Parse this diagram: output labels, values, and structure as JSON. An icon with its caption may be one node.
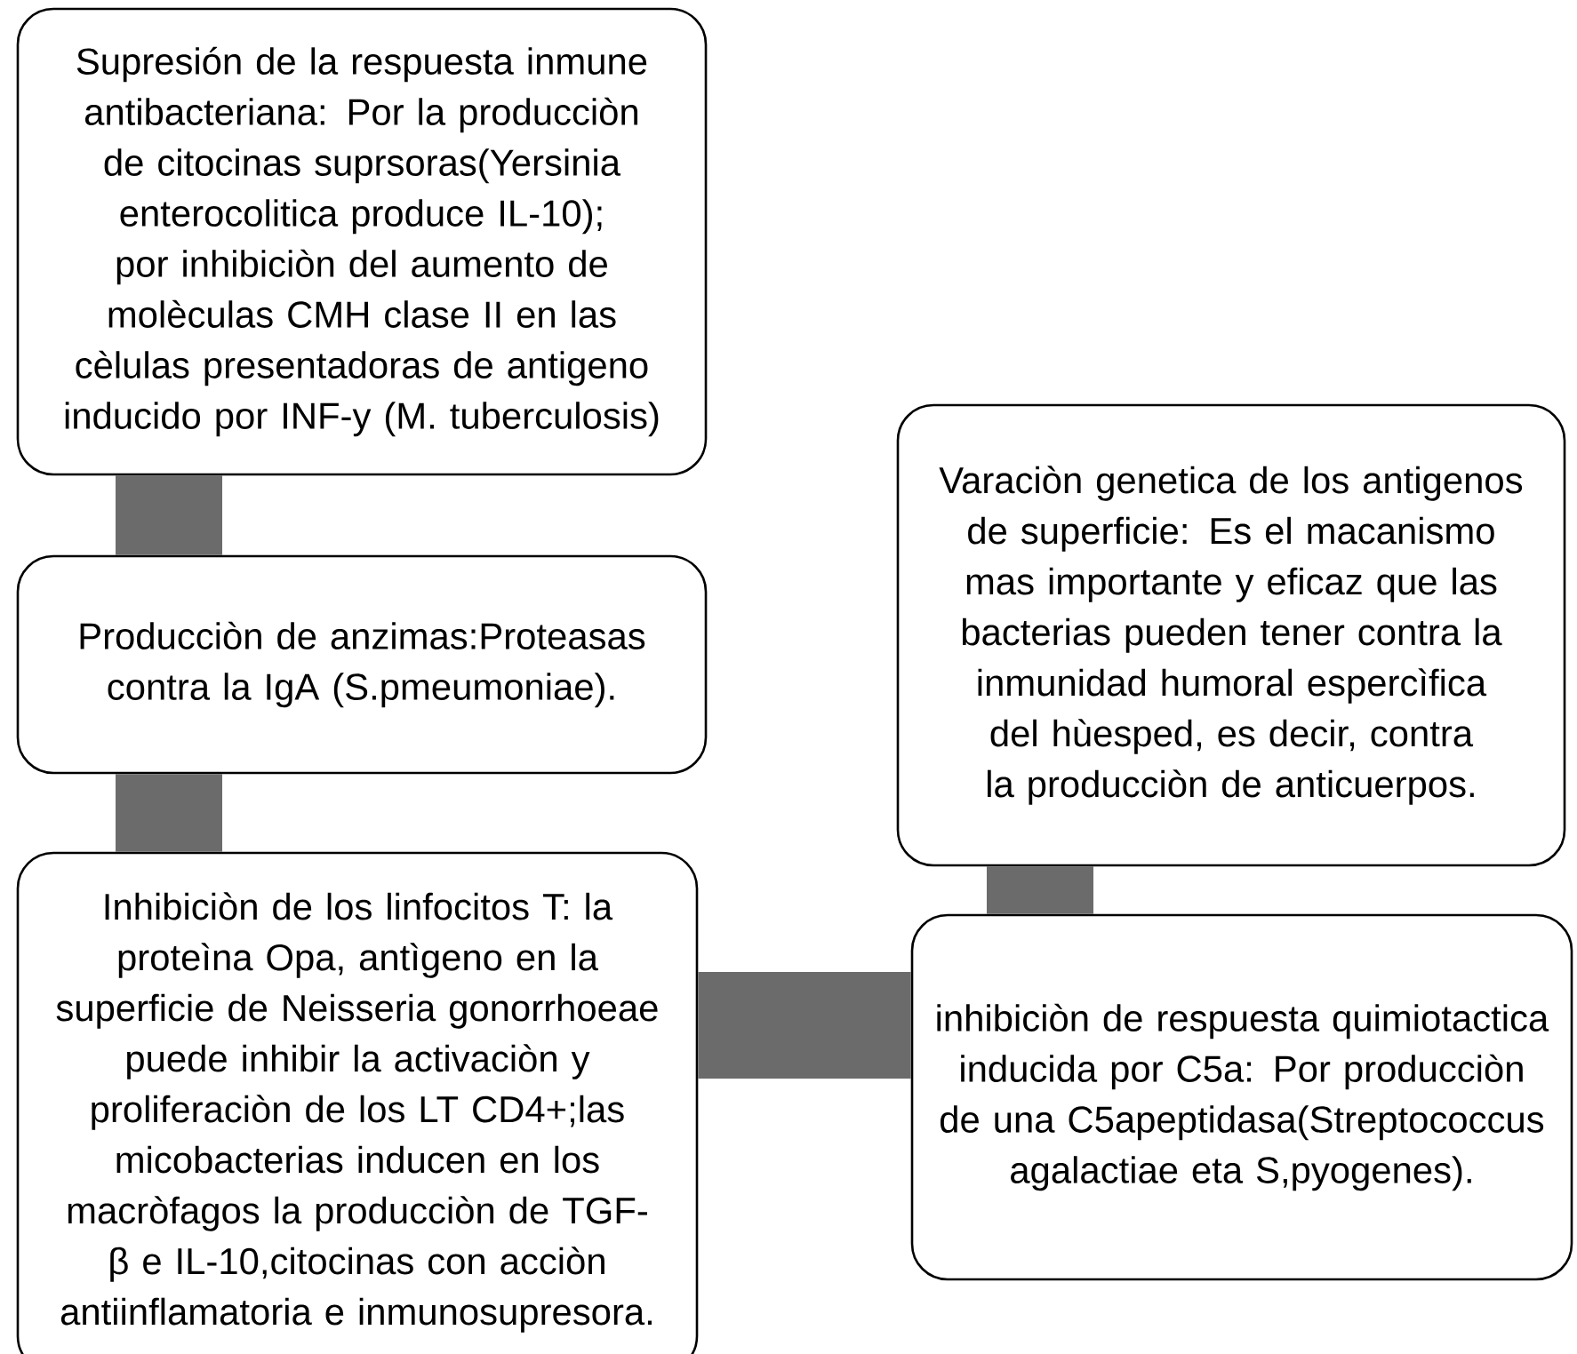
{
  "diagram": {
    "nodes": [
      {
        "text": [
          "Supresión de la respuesta inmune antibacteriana: Por la producciòn de citocinas suprsoras(Yersinia enterocolitica produce IL-10); por inhibiciòn del aumento de molèculas  CMH clase II en las cèlulas presentadoras de antigeno inducido por INF-y (M. tuberculosis)"
        ]
      },
      {
        "text": [
          "Producciòn de anzimas:Proteasas contra la IgA (S.pmeumoniae)."
        ]
      },
      {
        "text": [
          "Inhibiciòn de los linfocitos T: la proteìna Opa, antìgeno en la superficie de Neisseria gonorrhoeae puede inhibir la activaciòn y proliferaciòn de los LT CD4+;las micobacterias inducen en los macròfagos la producciòn de TGF-β e IL-10,citocinas con acciòn antiinflamatoria e inmunosupresora."
        ]
      },
      {
        "text": [
          "Varaciòn genetica de los antigenos de superficie: Es el macanismo mas importante y eficaz que las bacterias pueden tener contra la inmunidad humoral espercìfica del hùesped, es decir, contra la producciòn de anticuerpos."
        ]
      },
      {
        "text": [
          "inhibiciòn de respuesta quimiotactica inducida por C5a: Por producciòn de una C5apeptidasa(Streptococcus agalactiae eta S,pyogenes)."
        ]
      }
    ],
    "edges": [
      {
        "from": 0,
        "to": 1,
        "arrow": "none"
      },
      {
        "from": 1,
        "to": 2,
        "arrow": "none"
      },
      {
        "from": 2,
        "to": 4,
        "arrow": "none"
      },
      {
        "from": 3,
        "to": 4,
        "arrow": "none"
      }
    ]
  }
}
